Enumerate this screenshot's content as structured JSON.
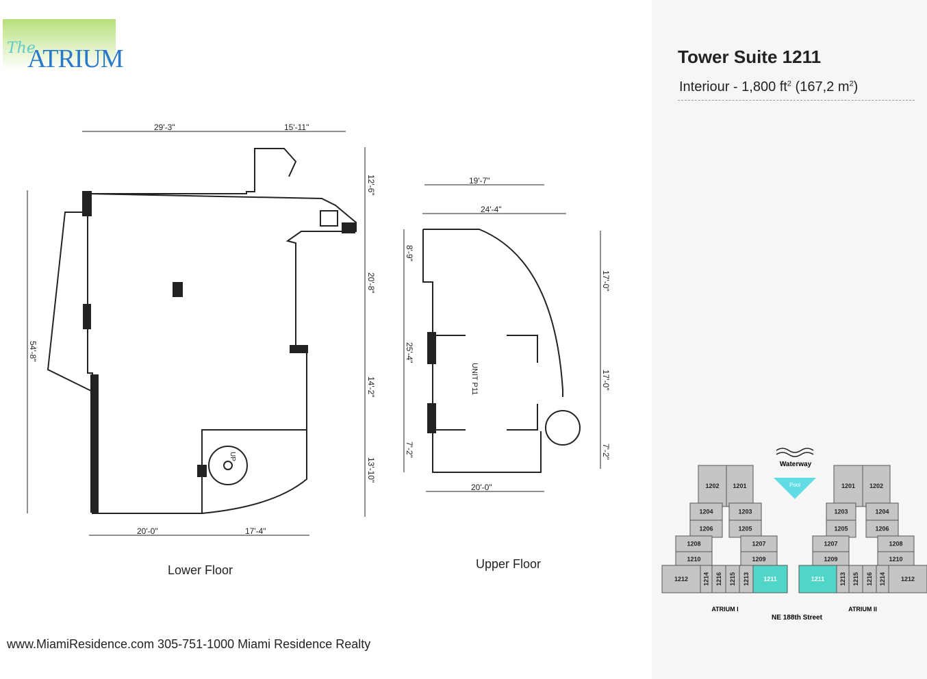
{
  "logo": {
    "text_the": "The",
    "text_name": "ATRIUM"
  },
  "header": {
    "title": "Tower Suite 1211",
    "interior_prefix": "Interiour - 1,800 ft",
    "interior_mid": " (167,2 m",
    "interior_suffix": ")",
    "sup": "2"
  },
  "plans": {
    "lower_label": "Lower Floor",
    "upper_label": "Upper Floor",
    "lower_dims": [
      "29'-3\"",
      "15'-11\"",
      "12'-6\"",
      "20'-8\"",
      "14'-2\"",
      "13'-10\"",
      "54'-8\"",
      "20'-0\"",
      "17'-4\""
    ],
    "upper_dims": [
      "19'-7\"",
      "24'-4\"",
      "8'-9\"",
      "25'-4\"",
      "17'-0\"",
      "17'-0\"",
      "7'-2\"",
      "7'-2\"",
      "20'-0\""
    ],
    "stair_label": "UP",
    "unit_label": "UNIT P11"
  },
  "keyplan": {
    "waterway": "Waterway",
    "pool": "Pool",
    "street": "NE 188th Street",
    "highlight_color": "#4fd6c8",
    "unit_color": "#c4c6c3",
    "pool_color": "#62dce4",
    "buildings": [
      {
        "name": "ATRIUM I",
        "units": [
          "1202",
          "1201",
          "1204",
          "1203",
          "1206",
          "1205",
          "1208",
          "1207",
          "1210",
          "1209",
          "1212",
          "1214",
          "1216",
          "1215",
          "1213",
          "1211"
        ]
      },
      {
        "name": "ATRIUM II",
        "units": [
          "1201",
          "1202",
          "1203",
          "1204",
          "1205",
          "1206",
          "1207",
          "1208",
          "1209",
          "1210",
          "1211",
          "1213",
          "1215",
          "1216",
          "1214",
          "1212"
        ]
      }
    ],
    "highlighted": "1211"
  },
  "footer": {
    "text": "www.MiamiResidence.com 305-751-1000 Miami Residence Realty"
  }
}
